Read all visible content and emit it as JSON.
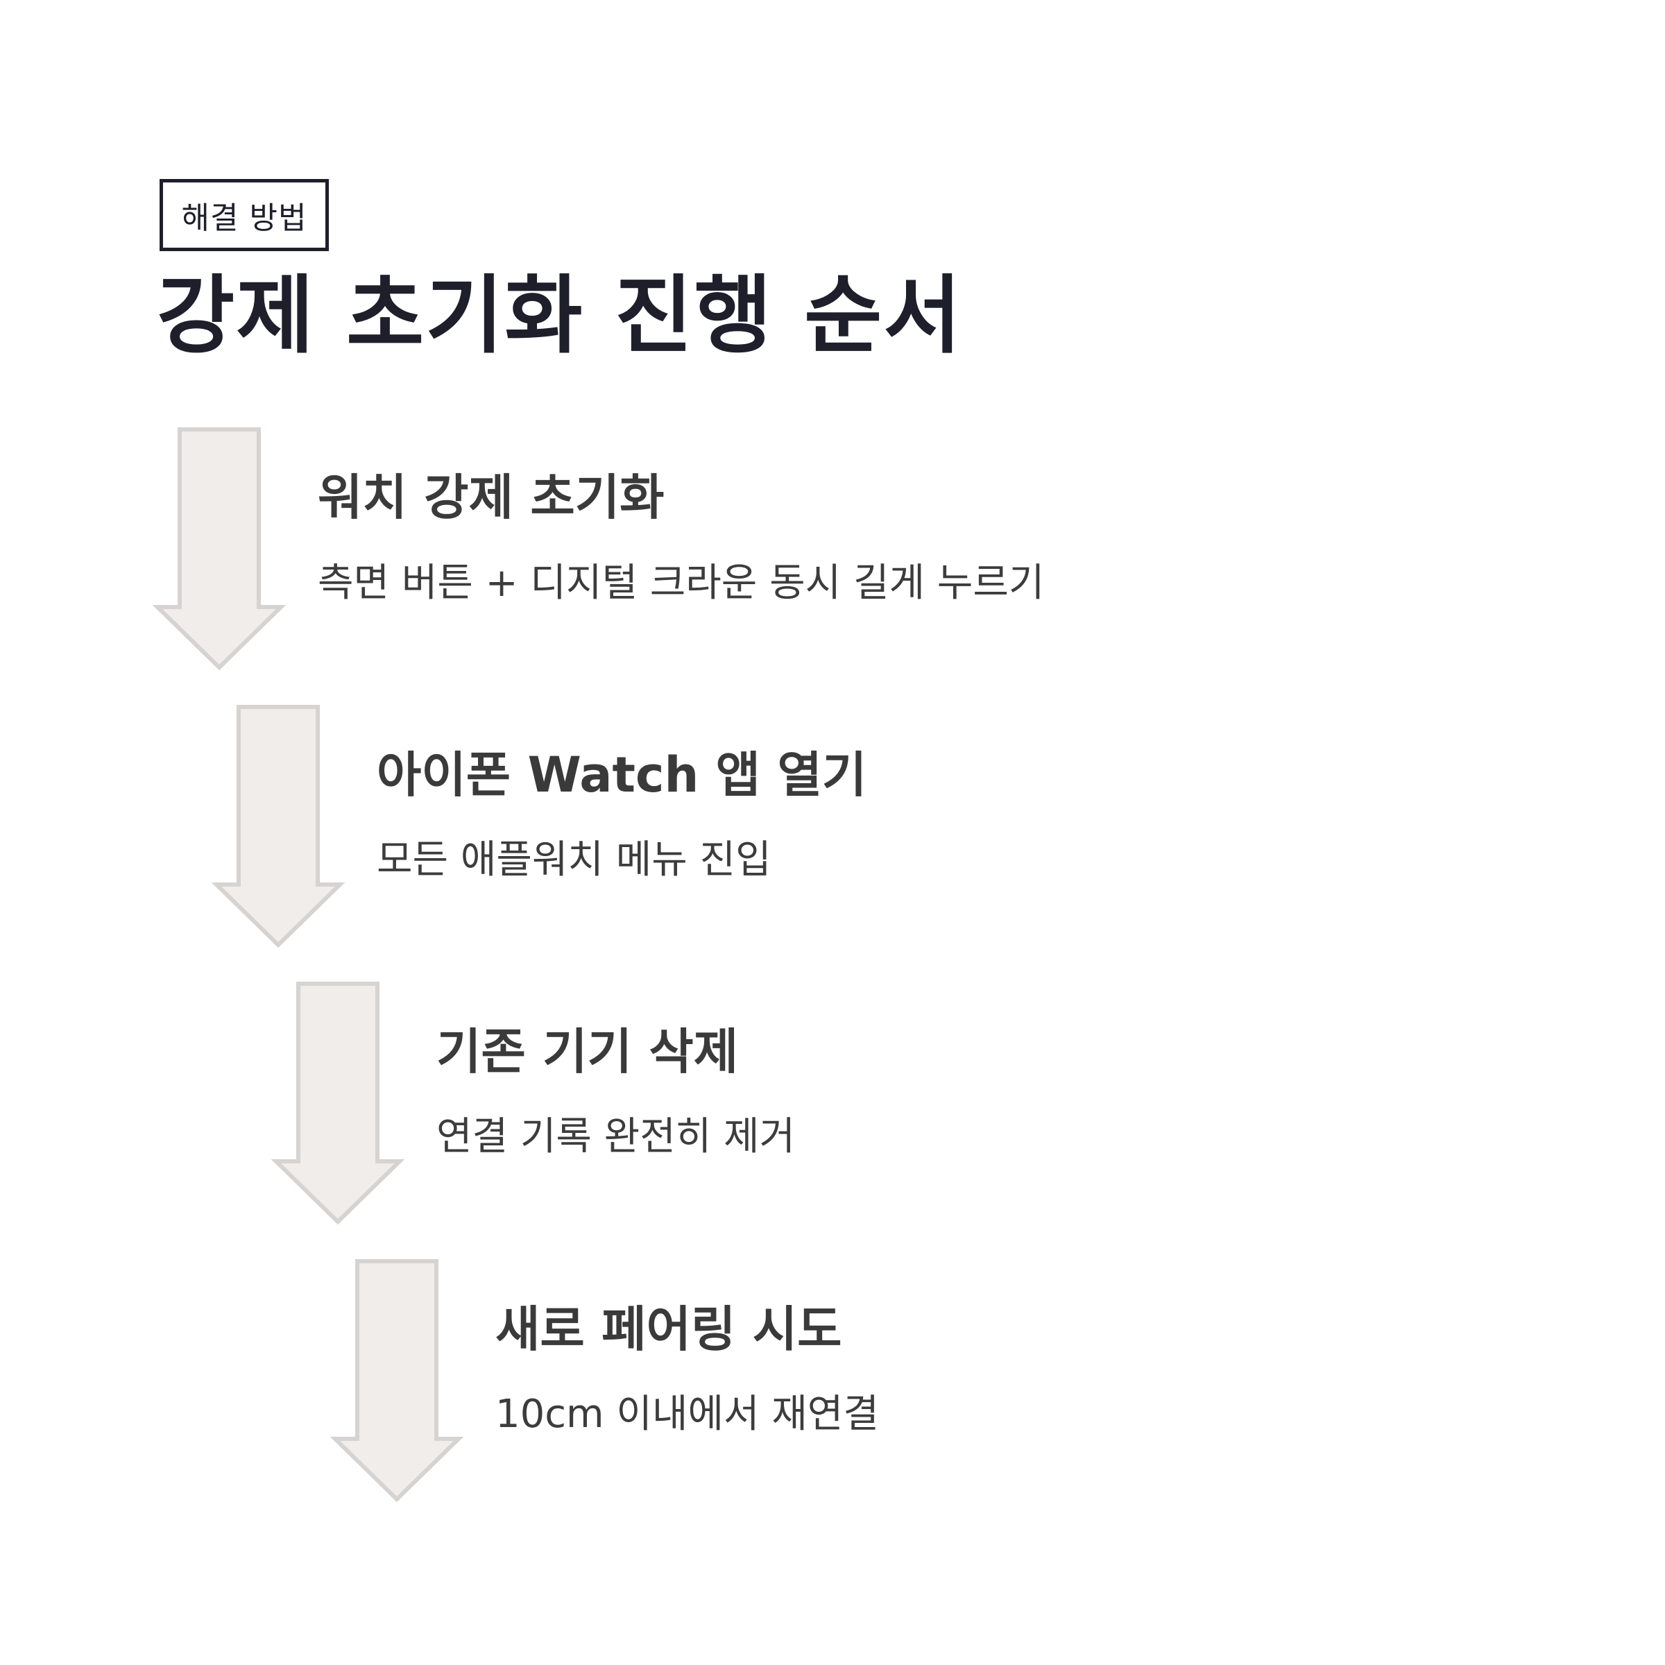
{
  "header": {
    "tag_label": "해결 방법",
    "title": "강제 초기화 진행 순서"
  },
  "colors": {
    "text_dark": "#1e1f2b",
    "text_step": "#3a3a3a",
    "arrow_fill": "#f0edeb",
    "arrow_stroke": "#d6d3d1"
  },
  "steps": [
    {
      "title": "워치 강제 초기화",
      "description": "측면 버튼 + 디지털 크라운 동시 길게 누르기",
      "icon": "arrow-down-icon"
    },
    {
      "title": "아이폰 Watch 앱 열기",
      "description": "모든 애플워치 메뉴 진입",
      "icon": "arrow-down-icon"
    },
    {
      "title": "기존 기기 삭제",
      "description": "연결 기록 완전히 제거",
      "icon": "arrow-down-icon"
    },
    {
      "title": "새로 페어링 시도",
      "description": "10cm 이내에서 재연결",
      "icon": "arrow-down-icon"
    }
  ]
}
